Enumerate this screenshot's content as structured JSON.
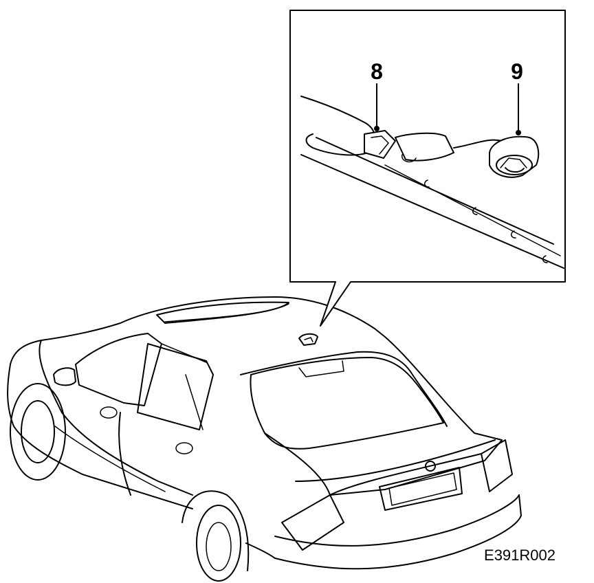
{
  "callouts": {
    "label_8": "8",
    "label_9": "9"
  },
  "figure_code": "E391R002",
  "colors": {
    "ink": "#000000",
    "paper": "#ffffff"
  }
}
